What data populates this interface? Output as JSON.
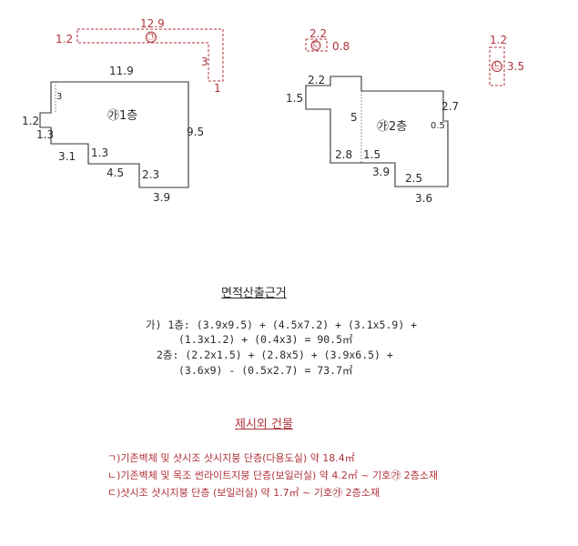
{
  "drawing": {
    "colors": {
      "line": "#333333",
      "red": "#b0333a",
      "text": "#2a2a2a"
    },
    "outbuilding_a": {
      "top": "12.9",
      "left": "1.2",
      "right": "3",
      "bottom": "1",
      "mark": "㉠"
    },
    "outbuilding_b": {
      "top": "2.2",
      "right": "0.8",
      "mark": "㉢"
    },
    "outbuilding_c": {
      "top": "1.2",
      "right": "3.5",
      "mark": "㉡"
    },
    "floor1": {
      "label": "㉮1층",
      "dims": [
        "11.9",
        "3",
        "1.2",
        "1.3",
        "3.1",
        "1.3",
        "4.5",
        "2.3",
        "3.9",
        "9.5"
      ]
    },
    "floor2": {
      "label": "㉮2층",
      "dims": [
        "2.2",
        "1.5",
        "5",
        "2.7",
        "0.5",
        "2.8",
        "1.5",
        "3.9",
        "2.5",
        "3.6"
      ]
    }
  },
  "area_basis": {
    "heading": "면적산출근거",
    "lines": [
      "가) 1층: (3.9x9.5) + (4.5x7.2) + (3.1x5.9) +",
      "(1.3x1.2) + (0.4x3) = 90.5㎡",
      "2층: (2.2x1.5) + (2.8x5) + (3.9x6.5) +",
      "(3.6x9) - (0.5x2.7) = 73.7㎡"
    ]
  },
  "outside_buildings": {
    "heading": "제시외 건물",
    "items": [
      "ㄱ)기존벽체 및 샷시조 샷시지붕 단층(다용도실) 약 18.4㎡",
      "ㄴ)기존벽체 및 목조 썬라이트지붕 단층(보일러실) 약 4.2㎡ ~ 기호㉮ 2층소재",
      "ㄷ)샷시조 샷시지붕 단층 (보일러실) 약 1.7㎡ ~ 기호㉮ 2층소재"
    ]
  }
}
